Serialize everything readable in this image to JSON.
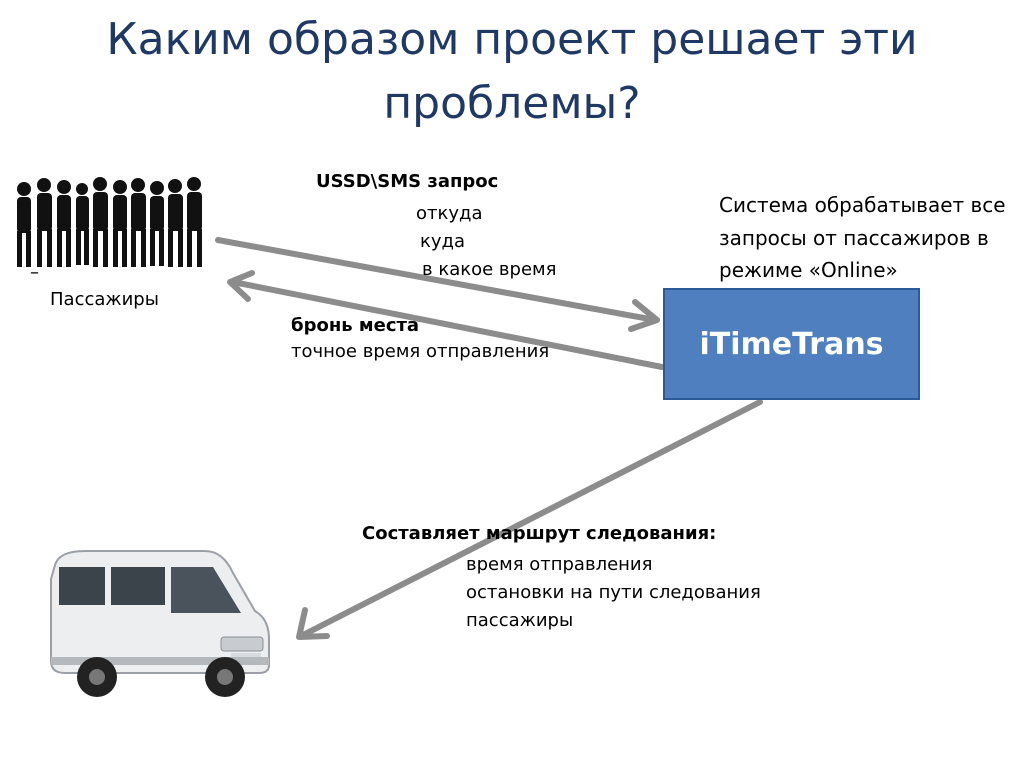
{
  "title": {
    "line1": "Каким образом проект решает эти",
    "line2": "проблемы?"
  },
  "passengers": {
    "label": "Пассажиры",
    "icon": "people-silhouettes-icon"
  },
  "request": {
    "heading": "USSD\\SMS запрос",
    "items": [
      "откуда",
      "куда",
      "в какое время"
    ]
  },
  "response": {
    "heading": "бронь места",
    "detail": "точное время отправления"
  },
  "system": {
    "note_lines": [
      "Система обрабатывает все",
      "запросы от пассажиров в",
      "режиме «Online»"
    ],
    "name": "iTimeTrans"
  },
  "route": {
    "heading": "Составляет маршрут следования:",
    "items": [
      "время отправления",
      "остановки на пути следования",
      "пассажиры"
    ]
  },
  "vehicle": {
    "icon": "minibus-icon"
  },
  "colors": {
    "title": "#1f3864",
    "box_fill": "#4f7fbf",
    "box_border": "#2c5a97",
    "arrow": "#8c8c8c"
  }
}
